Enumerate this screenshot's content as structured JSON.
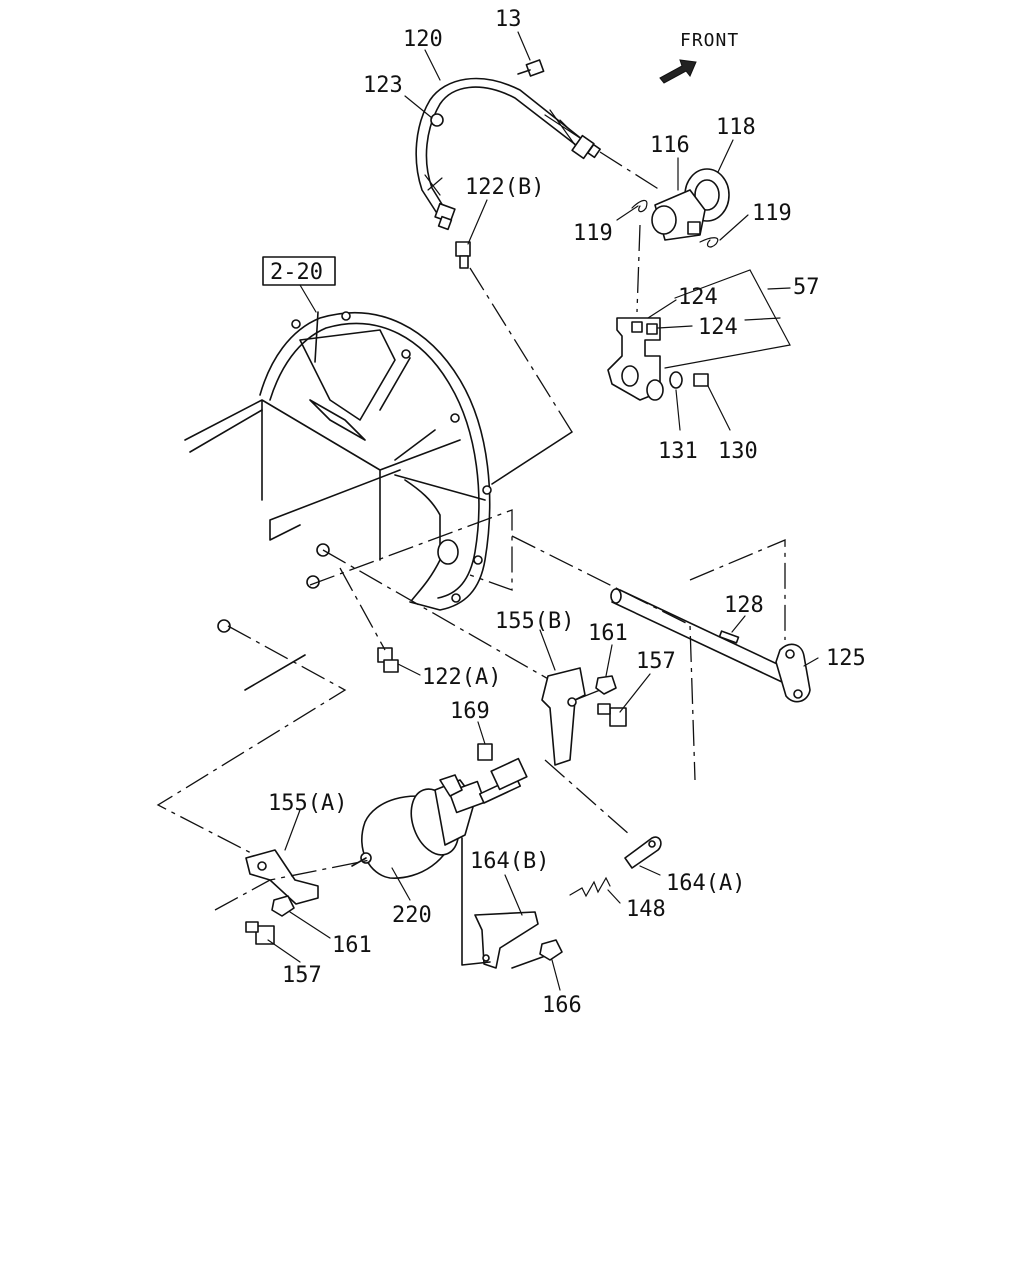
{
  "diagram": {
    "front_label": "FRONT",
    "reference_box": "2-20",
    "callouts": [
      {
        "id": "13",
        "text": "13"
      },
      {
        "id": "120",
        "text": "120"
      },
      {
        "id": "123",
        "text": "123"
      },
      {
        "id": "116",
        "text": "116"
      },
      {
        "id": "118",
        "text": "118"
      },
      {
        "id": "119a",
        "text": "119"
      },
      {
        "id": "119b",
        "text": "119"
      },
      {
        "id": "122b",
        "text": "122(B)"
      },
      {
        "id": "124a",
        "text": "124"
      },
      {
        "id": "124b",
        "text": "124"
      },
      {
        "id": "57",
        "text": "57"
      },
      {
        "id": "131",
        "text": "131"
      },
      {
        "id": "130",
        "text": "130"
      },
      {
        "id": "128",
        "text": "128"
      },
      {
        "id": "125",
        "text": "125"
      },
      {
        "id": "155b",
        "text": "155(B)"
      },
      {
        "id": "161a",
        "text": "161"
      },
      {
        "id": "157a",
        "text": "157"
      },
      {
        "id": "122a",
        "text": "122(A)"
      },
      {
        "id": "169",
        "text": "169"
      },
      {
        "id": "155a",
        "text": "155(A)"
      },
      {
        "id": "220",
        "text": "220"
      },
      {
        "id": "161b",
        "text": "161"
      },
      {
        "id": "157b",
        "text": "157"
      },
      {
        "id": "164b",
        "text": "164(B)"
      },
      {
        "id": "164a",
        "text": "164(A)"
      },
      {
        "id": "148",
        "text": "148"
      },
      {
        "id": "166",
        "text": "166"
      }
    ]
  }
}
